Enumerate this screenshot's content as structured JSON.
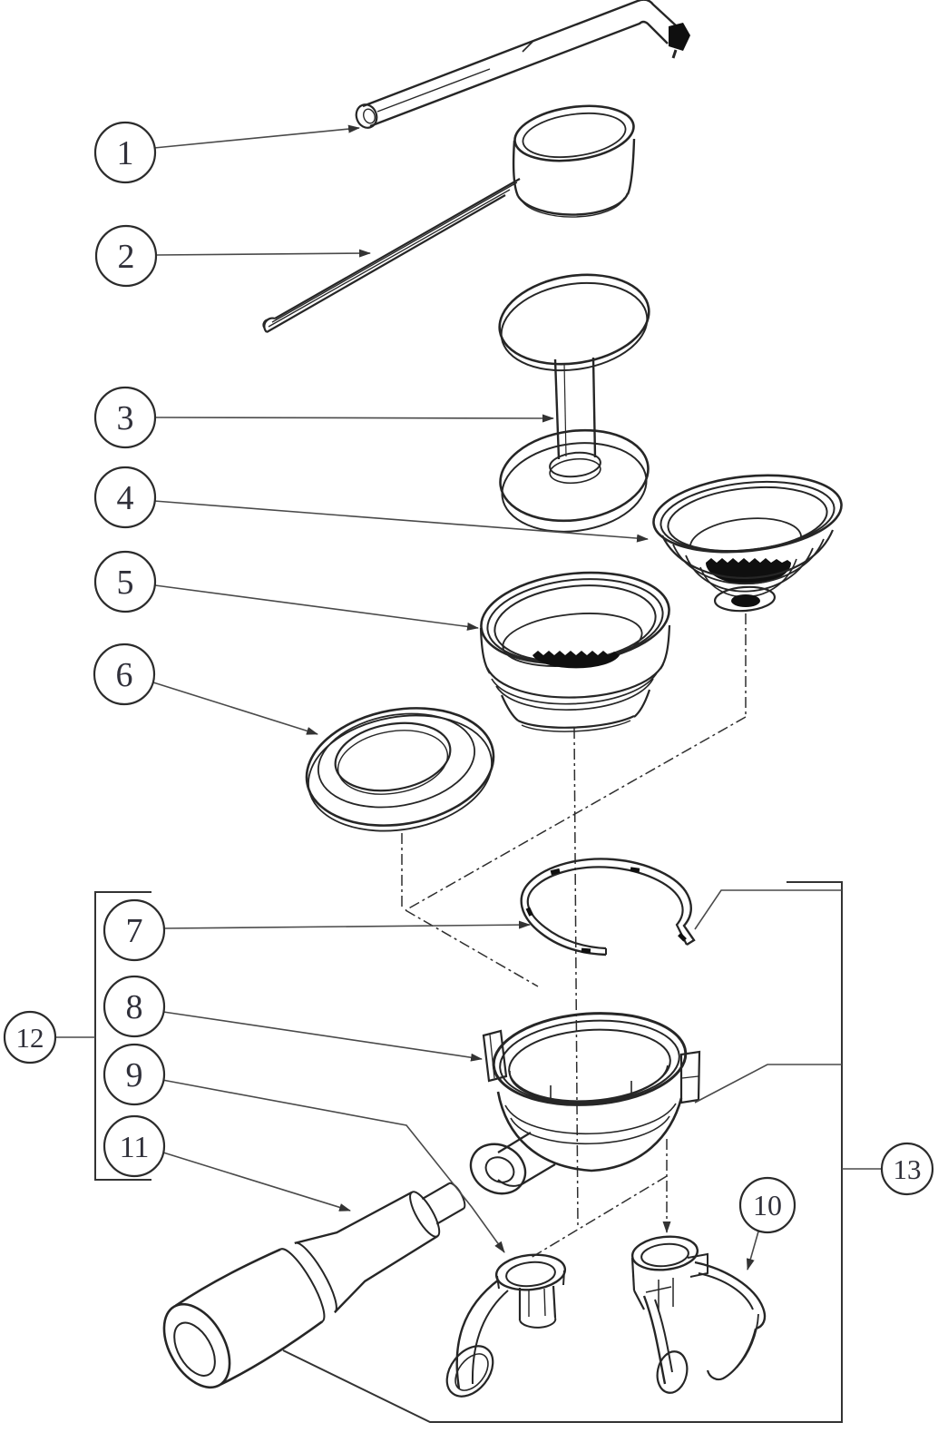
{
  "callouts": [
    {
      "label": "1"
    },
    {
      "label": "2"
    },
    {
      "label": "3"
    },
    {
      "label": "4"
    },
    {
      "label": "5"
    },
    {
      "label": "6"
    },
    {
      "label": "7"
    },
    {
      "label": "8"
    },
    {
      "label": "9"
    },
    {
      "label": "10"
    },
    {
      "label": "11"
    },
    {
      "label": "12"
    },
    {
      "label": "13"
    }
  ],
  "colors": {
    "background": "#ffffff",
    "line": "#262626",
    "leader": "#4a4a4a",
    "dark_fill": "#0f0f0f"
  }
}
